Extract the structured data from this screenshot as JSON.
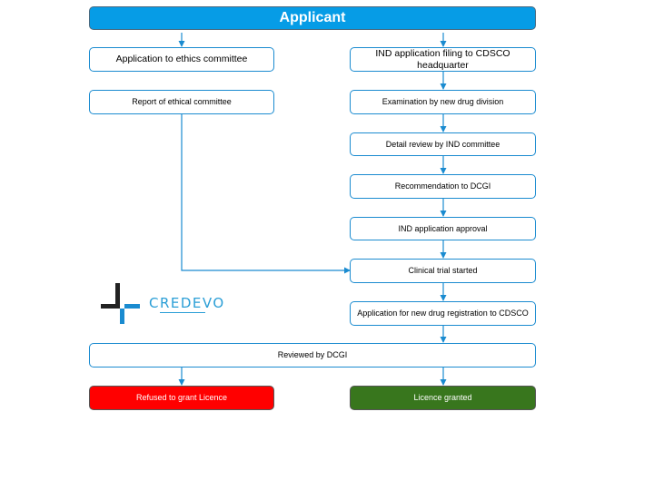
{
  "header": {
    "title": "Applicant"
  },
  "left_flow": {
    "ethics_application": "Application to ethics committee",
    "ethics_report": "Report of ethical committee"
  },
  "right_flow": {
    "ind_filing": "IND application filing to CDSCO headquarter",
    "examination": "Examination by new drug division",
    "detail_review": "Detail review by IND committee",
    "recommendation": "Recommendation to DCGI",
    "ind_approval": "IND application approval",
    "clinical_trial": "Clinical trial started",
    "registration": "Application for  new drug registration to CDSCO"
  },
  "review": {
    "label": "Reviewed by DCGI"
  },
  "outcomes": {
    "refused": "Refused to grant Licence",
    "granted": "Licence granted"
  },
  "logo": {
    "text": "CREDEVO"
  },
  "colors": {
    "accent": "#069ce6",
    "connector": "#1a8bd0",
    "refused": "#ff0000",
    "granted": "#38761d"
  }
}
